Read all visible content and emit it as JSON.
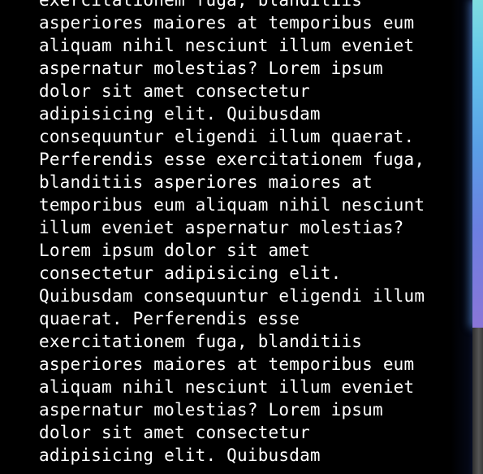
{
  "document": {
    "lines": [
      "exercitationem fuga, blanditiis",
      "asperiores maiores at temporibus eum",
      "aliquam nihil nesciunt illum eveniet",
      "aspernatur molestias? Lorem ipsum",
      "dolor sit amet consectetur",
      "adipisicing elit. Quibusdam",
      "consequuntur eligendi illum quaerat.",
      "Perferendis esse exercitationem fuga,",
      "blanditiis asperiores maiores at",
      "temporibus eum aliquam nihil nesciunt",
      "illum eveniet aspernatur molestias?",
      "Lorem ipsum dolor sit amet",
      "consectetur adipisicing elit.",
      "Quibusdam consequuntur eligendi illum",
      "quaerat. Perferendis esse",
      "exercitationem fuga, blanditiis",
      "asperiores maiores at temporibus eum",
      "aliquam nihil nesciunt illum eveniet",
      "aspernatur molestias? Lorem ipsum",
      "dolor sit amet consectetur",
      "adipisicing elit. Quibusdam"
    ]
  },
  "scrollbar": {
    "thumb_color_top": "#7fdde0",
    "thumb_color_bottom": "#8a76d8",
    "track_color": "#3a3a3a"
  },
  "theme": {
    "background": "#000000",
    "text_color": "#ffffff"
  }
}
